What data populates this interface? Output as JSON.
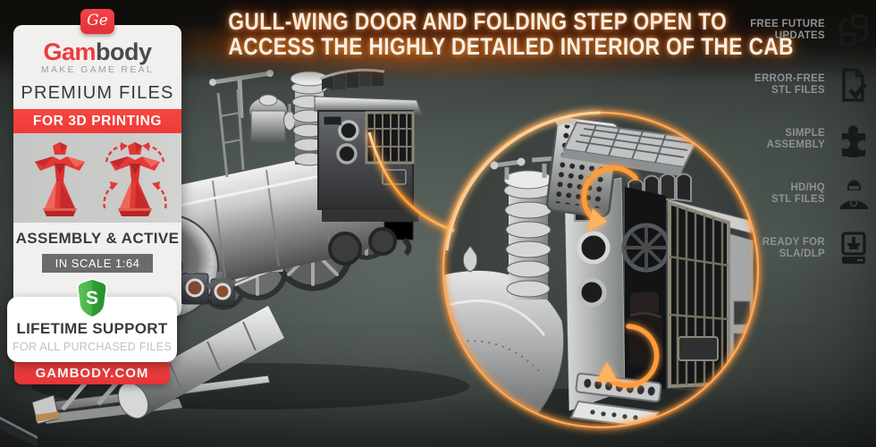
{
  "headline": {
    "line1": "GULL-WING DOOR AND FOLDING STEP OPEN TO",
    "line2": "ACCESS THE HIGHLY DETAILED INTERIOR OF THE CAB"
  },
  "brand_card": {
    "logo_monogram": "Ge",
    "brand_red": "Gam",
    "brand_gray": "body",
    "tagline": "MAKE GAME REAL",
    "premium_line": "PREMIUM FILES",
    "printing_line": "FOR 3D PRINTING",
    "assembly_line": "ASSEMBLY & ACTIVE",
    "scale_badge": "IN SCALE 1:64",
    "shield_letter": "S",
    "support_title": "LIFETIME SUPPORT",
    "support_subtitle": "FOR ALL PURCHASED FILES",
    "website": "GAMBODY.COM"
  },
  "features": [
    {
      "line1": "FREE FUTURE",
      "line2": "UPDATES",
      "icon": "sync-squares-icon"
    },
    {
      "line1": "ERROR-FREE",
      "line2": "STL FILES",
      "icon": "document-check-icon"
    },
    {
      "line1": "SIMPLE",
      "line2": "ASSEMBLY",
      "icon": "puzzle-piece-icon"
    },
    {
      "line1": "HD/HQ",
      "line2": "STL FILES",
      "icon": "figure-bust-icon"
    },
    {
      "line1": "READY FOR",
      "line2": "SLA/DLP",
      "icon": "sla-printer-icon"
    }
  ],
  "colors": {
    "brand_red": "#ef3e3e",
    "glow_orange": "#ff9c38",
    "shield_green": "#3fae49",
    "background": "#49514d",
    "metal": "#c9cbcc",
    "feature_text": "#8d9295"
  }
}
